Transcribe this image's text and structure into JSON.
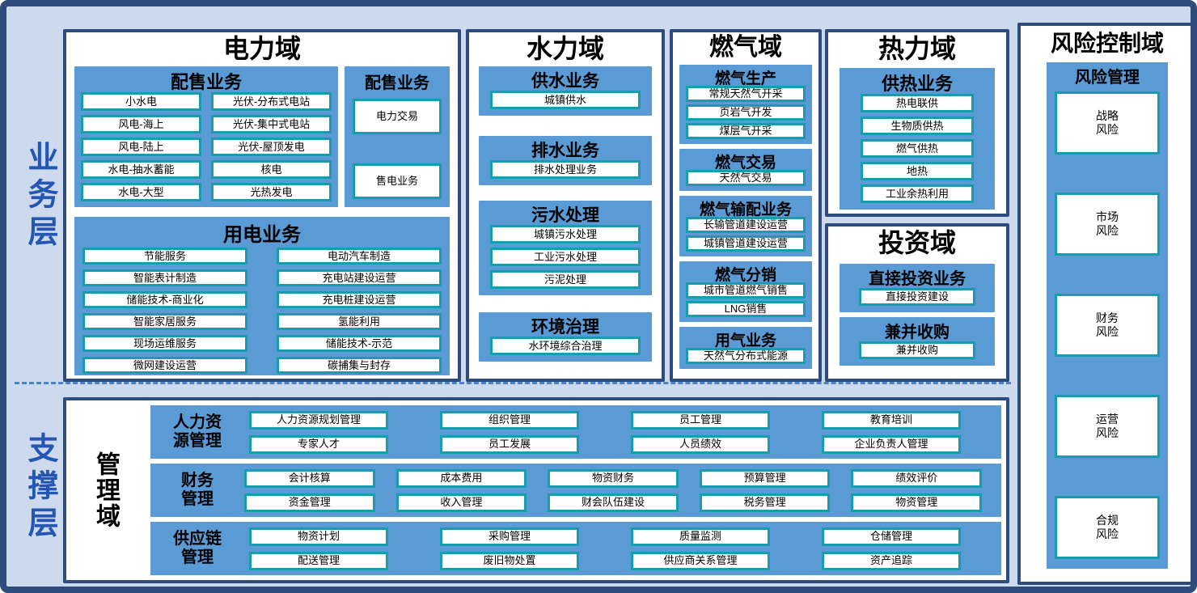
{
  "colors": {
    "frame_navy": "#2e4c7c",
    "canvas_light_blue": "#cdd9ed",
    "section_blue": "#5b9bd5",
    "item_teal_border": "#1a9cb0",
    "layer_label_blue": "#2456b4",
    "divider_blue": "#4f81c9"
  },
  "layers": {
    "business": "业务层",
    "support": "支撑层"
  },
  "domains": {
    "power": {
      "title": "电力域",
      "distribution": {
        "header": "配售业务",
        "items": [
          "小水电",
          "光伏-分布式电站",
          "风电-海上",
          "光伏-集中式电站",
          "风电-陆上",
          "光伏-屋顶发电",
          "水电-抽水蓄能",
          "核电",
          "水电-大型",
          "光热发电"
        ]
      },
      "trading": {
        "header": "配售业务",
        "items": [
          "电力交易",
          "售电业务"
        ]
      },
      "consumption": {
        "header": "用电业务",
        "items": [
          "节能服务",
          "电动汽车制造",
          "智能表计制造",
          "充电站建设运营",
          "储能技术-商业化",
          "充电桩建设运营",
          "智能家居服务",
          "氢能利用",
          "现场运维服务",
          "储能技术-示范",
          "微网建设运营",
          "碳捕集与封存"
        ]
      }
    },
    "water": {
      "title": "水力域",
      "supply": {
        "header": "供水业务",
        "items": [
          "城镇供水"
        ]
      },
      "drainage": {
        "header": "排水业务",
        "items": [
          "排水处理业务"
        ]
      },
      "sewage": {
        "header": "污水处理",
        "items": [
          "城镇污水处理",
          "工业污水处理",
          "污泥处理"
        ]
      },
      "environment": {
        "header": "环境治理",
        "items": [
          "水环境综合治理"
        ]
      }
    },
    "gas": {
      "title": "燃气域",
      "production": {
        "header": "燃气生产",
        "items": [
          "常规天然气开采",
          "页岩气开发",
          "煤层气开采"
        ]
      },
      "trading": {
        "header": "燃气交易",
        "items": [
          "天然气交易"
        ]
      },
      "transmission": {
        "header": "燃气输配业务",
        "items": [
          "长输管道建设运营",
          "城镇管道建设运营"
        ]
      },
      "distribution": {
        "header": "燃气分销",
        "items": [
          "城市管道燃气销售",
          "LNG销售"
        ]
      },
      "usage": {
        "header": "用气业务",
        "items": [
          "天然气分布式能源"
        ]
      }
    },
    "heat": {
      "title": "热力域",
      "heating": {
        "header": "供热业务",
        "items": [
          "热电联供",
          "生物质供热",
          "燃气供热",
          "地热",
          "工业余热利用"
        ]
      }
    },
    "investment": {
      "title": "投资域",
      "direct": {
        "header": "直接投资业务",
        "items": [
          "直接投资建设"
        ]
      },
      "merger": {
        "header": "兼并收购",
        "items": [
          "兼并收购"
        ]
      }
    },
    "risk": {
      "title": "风险控制域",
      "header": "风险管理",
      "items": [
        "战略\n风险",
        "市场\n风险",
        "财务\n风险",
        "运营\n风险",
        "合规\n风险"
      ]
    }
  },
  "management": {
    "title": "管理域",
    "hr": {
      "label": "人力资\n源管理",
      "items": [
        "人力资源规划管理",
        "专家人才",
        "组织管理",
        "员工发展",
        "员工管理",
        "人员绩效",
        "教育培训",
        "企业负责人管理"
      ]
    },
    "finance": {
      "label": "财务\n管理",
      "items": [
        "会计核算",
        "资金管理",
        "成本费用",
        "收入管理",
        "物资财务",
        "财会队伍建设",
        "预算管理",
        "税务管理",
        "绩效评价",
        "物资管理"
      ]
    },
    "supply_chain": {
      "label": "供应链\n管理",
      "items": [
        "物资计划",
        "配送管理",
        "采购管理",
        "废旧物处置",
        "质量监测",
        "供应商关系管理",
        "仓储管理",
        "资产追踪"
      ]
    }
  }
}
